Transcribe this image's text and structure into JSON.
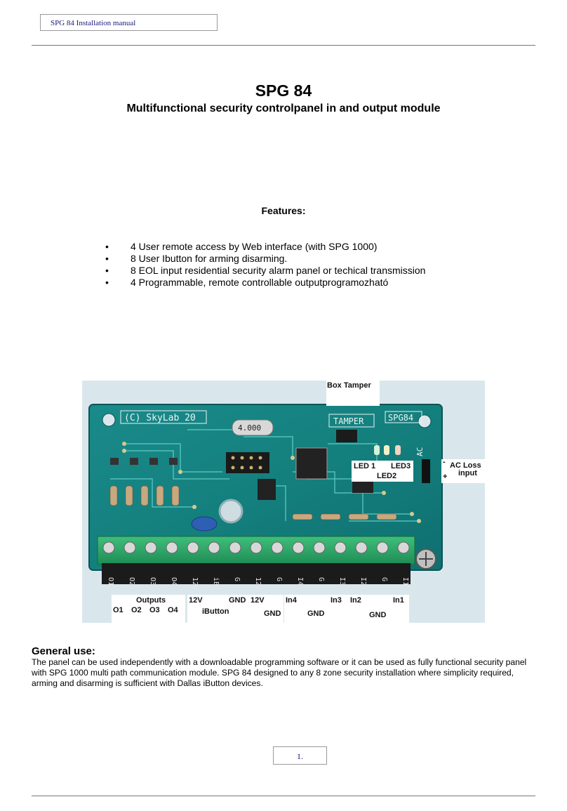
{
  "header": {
    "title": "SPG 84  Installation manual"
  },
  "document": {
    "title": "SPG 84",
    "subtitle": "Multifunctional security controlpanel in and output module",
    "features_heading": "Features:",
    "features": [
      "4 User remote access by Web interface (with SPG 1000)",
      "8 User Ibutton for arming disarming.",
      "8 EOL input residential security alarm panel or techical transmission",
      "4  Programmable, remote controllable outputprogramozható"
    ]
  },
  "photo": {
    "labels": {
      "box_tamper": "Box Tamper",
      "led1": "LED 1",
      "led3": "LED3",
      "led2": "LED2",
      "ac_loss": "AC Loss",
      "input": "input",
      "minus": "-",
      "plus": "+",
      "outputs": "Outputs",
      "o1": "O1",
      "o2": "O2",
      "o3": "O3",
      "o4": "O4",
      "v12a": "12V",
      "gnd_a": "GND",
      "v12b": "12V",
      "ibutton": "iButton",
      "gnd_b": "GND",
      "in4": "In4",
      "in3": "In3",
      "in2": "In2",
      "in1": "In1",
      "gnd_c": "GND",
      "gnd_d": "GND"
    },
    "silkscreen": {
      "copyright": "(C) SkyLab 20",
      "model": "SPG84",
      "tamper": "TAMPER",
      "crystal": "4.000",
      "ac": "AC",
      "terminals": [
        "O1",
        "O2",
        "O3",
        "O4",
        "12V",
        "iB",
        "G",
        "12V",
        "G",
        "I4",
        "G",
        "I3",
        "I2",
        "G",
        "I1"
      ]
    }
  },
  "general_use": {
    "heading": "General use:",
    "body": "The panel can be used independently with a downloadable programming software or it can be used as fully functional security panel with SPG 1000 multi path communication module. SPG 84 designed to any 8 zone security installation where simplicity required, arming and disarming is sufficient with Dallas iButton devices."
  },
  "footer": {
    "page_number": "1."
  }
}
